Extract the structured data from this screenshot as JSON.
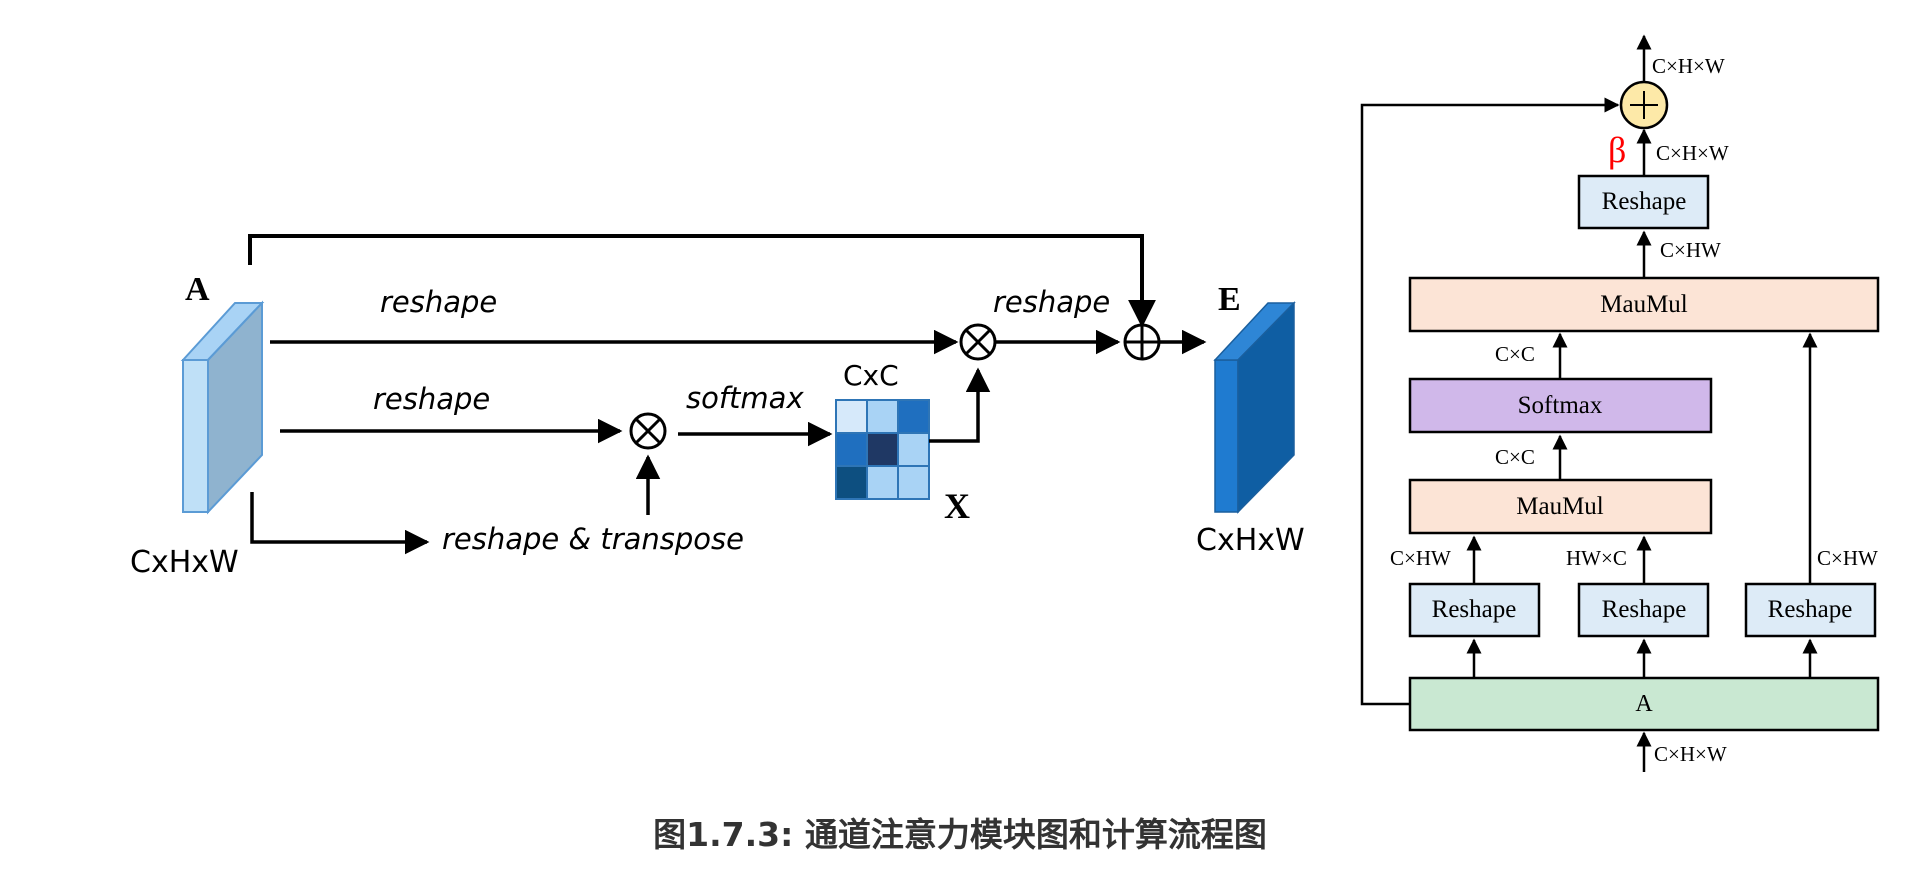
{
  "left": {
    "input_letter": "A",
    "input_dims": "CxHxW",
    "output_letter": "E",
    "output_dims": "CxHxW",
    "matrix_label": "X",
    "matrix_dims": "CxC",
    "reshape_top": "reshape",
    "reshape_mid": "reshape",
    "softmax": "softmax",
    "reshape_after": "reshape",
    "reshape_transpose": "reshape & transpose"
  },
  "right": {
    "input_box": "A",
    "reshape1": "Reshape",
    "reshape2": "Reshape",
    "reshape3": "Reshape",
    "matmul1": "MauMul",
    "softmax": "Softmax",
    "matmul2": "MauMul",
    "reshape_out": "Reshape",
    "beta": "β",
    "dim_input": "C×H×W",
    "dim_r1": "C×HW",
    "dim_r2": "HW×C",
    "dim_r3": "C×HW",
    "dim_cc1": "C×C",
    "dim_cc2": "C×C",
    "dim_chw": "C×HW",
    "dim_beta": "C×H×W",
    "dim_out": "C×H×W"
  },
  "caption": "图1.7.3: 通道注意力模块图和计算流程图",
  "colors": {
    "light_blue": "#a9d3f5",
    "mid_blue": "#2e75b6",
    "dark_navy": "#1f3864",
    "peach": "#fce4d6",
    "lavender": "#d0b8ea",
    "mint": "#c9e8d2",
    "box_blue": "#ddebf7",
    "adder_fill": "#fde9a8",
    "beta_red": "#ff0000"
  }
}
